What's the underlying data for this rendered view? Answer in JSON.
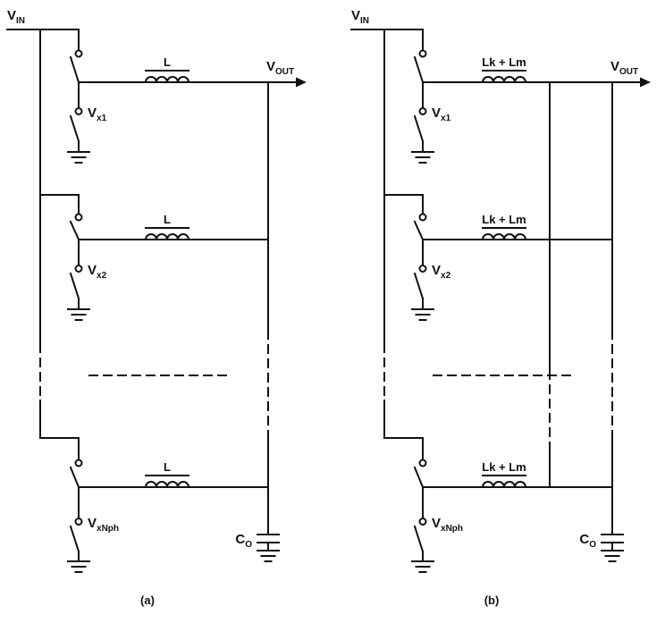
{
  "colors": {
    "ink": "#111111",
    "background": "#ffffff"
  },
  "panels": [
    {
      "caption": "(a)",
      "vin": {
        "main": "V",
        "sub": "IN"
      },
      "vout": {
        "main": "V",
        "sub": "OUT"
      },
      "inductor_label": "L",
      "capacitor": {
        "main": "C",
        "sub": "O"
      },
      "switches": [
        {
          "main": "V",
          "sub": "x1"
        },
        {
          "main": "V",
          "sub": "x2"
        },
        {
          "main": "V",
          "sub": "xNph"
        }
      ]
    },
    {
      "caption": "(b)",
      "vin": {
        "main": "V",
        "sub": "IN"
      },
      "vout": {
        "main": "V",
        "sub": "OUT"
      },
      "inductor_label": "Lk + Lm",
      "capacitor": {
        "main": "C",
        "sub": "O"
      },
      "switches": [
        {
          "main": "V",
          "sub": "x1"
        },
        {
          "main": "V",
          "sub": "x2"
        },
        {
          "main": "V",
          "sub": "xNph"
        }
      ]
    }
  ]
}
